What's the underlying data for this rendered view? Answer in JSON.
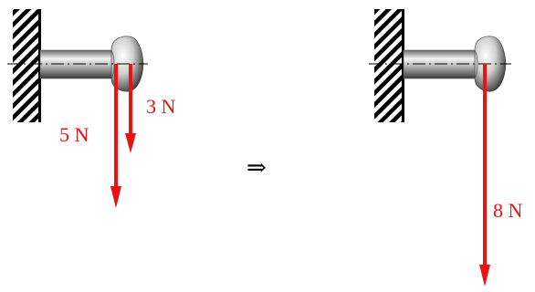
{
  "colors": {
    "force": "#ee1111",
    "hatch": "#000000",
    "rod_dark": "#3a3a3a",
    "rod_light": "#f4f4f4",
    "axis": "#000000"
  },
  "left_diagram": {
    "forces": [
      {
        "label": "5 N",
        "magnitude": 5
      },
      {
        "label": "3 N",
        "magnitude": 3
      }
    ]
  },
  "implies_symbol": "⇒",
  "right_diagram": {
    "forces": [
      {
        "label": "8 N",
        "magnitude": 8
      }
    ]
  }
}
